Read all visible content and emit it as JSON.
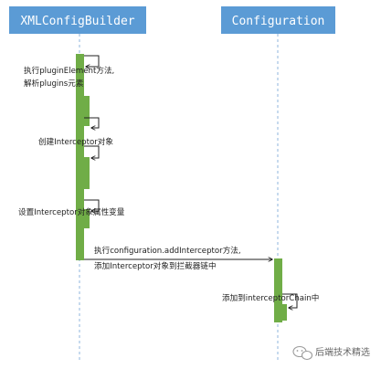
{
  "participants": [
    {
      "id": "xml",
      "name": "XMLConfigBuilder"
    },
    {
      "id": "cfg",
      "name": "Configuration"
    }
  ],
  "messages": [
    {
      "id": "m1",
      "lines": [
        "执行pluginElement方法,",
        "解析plugins元素"
      ]
    },
    {
      "id": "m2",
      "lines": [
        "创建Interceptor对象"
      ]
    },
    {
      "id": "m3",
      "lines": [
        "设置Interceptor对象属性变量"
      ]
    },
    {
      "id": "m4",
      "lines": [
        "执行configuration.addInterceptor方法,",
        "添加Interceptor对象到拦截器链中"
      ]
    },
    {
      "id": "m5",
      "lines": [
        "添加到interceptorChain中"
      ]
    }
  ],
  "watermark": {
    "text": "后端技术精选",
    "icon": "wechat-icon"
  },
  "colors": {
    "participant_fill": "#5b9bd5",
    "participant_text": "#ffffff",
    "activation": "#70ad47",
    "lifeline": "#8fb4dc",
    "arrow": "#222222"
  }
}
